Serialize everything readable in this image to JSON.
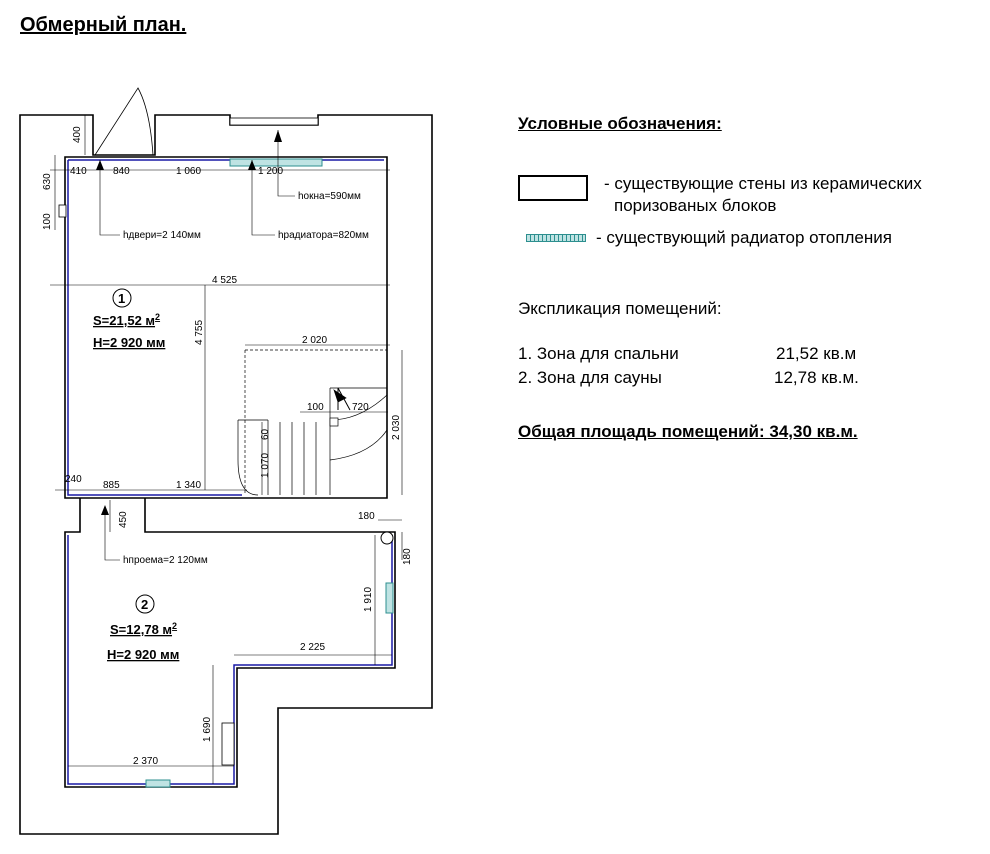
{
  "title": "Обмерный план.",
  "legend": {
    "heading": "Условные обозначения:",
    "walls": "- существующие стены из керамических",
    "walls_2": "поризованых блоков",
    "radiator": "- существующий радиатор отопления"
  },
  "explication": {
    "heading": "Экспликация помещений:",
    "rooms": [
      {
        "name": "1. Зона для спальни",
        "area": "21,52 кв.м"
      },
      {
        "name": "2. Зона для сауны",
        "area": "12,78 кв.м."
      }
    ],
    "total": "Общая площадь помещений: 34,30 кв.м."
  },
  "rooms": {
    "room1": {
      "number": "1",
      "area": "S=21,52 м",
      "area_sup": "2",
      "height": "H=2 920 мм"
    },
    "room2": {
      "number": "2",
      "area": "S=12,78 м",
      "area_sup": "2",
      "height": "H=2 920 мм"
    }
  },
  "notes": {
    "door_h": "hдвери=2 140мм",
    "window_h": "hокна=590мм",
    "radiator_h": "hрадиатора=820мм",
    "opening_h": "hпроема=2 120мм"
  },
  "dims": {
    "d400": "400",
    "d630": "630",
    "d100": "100",
    "d410": "410",
    "d840": "840",
    "d1060": "1 060",
    "d1200": "1 200",
    "d4525": "4 525",
    "d4755": "4 755",
    "d2020": "2 020",
    "d100b": "100",
    "d720": "720",
    "d60": "60",
    "d2030": "2 030",
    "d1070": "1 070",
    "d240": "240",
    "d885": "885",
    "d1340": "1 340",
    "d450": "450",
    "d180a": "180",
    "d180b": "180",
    "d1910": "1 910",
    "d2225": "2 225",
    "d1690": "1 690",
    "d2370": "2 370"
  },
  "colors": {
    "wall": "#000000",
    "inner_line": "#1a1aa6",
    "radiator": "#2d8f8f"
  }
}
